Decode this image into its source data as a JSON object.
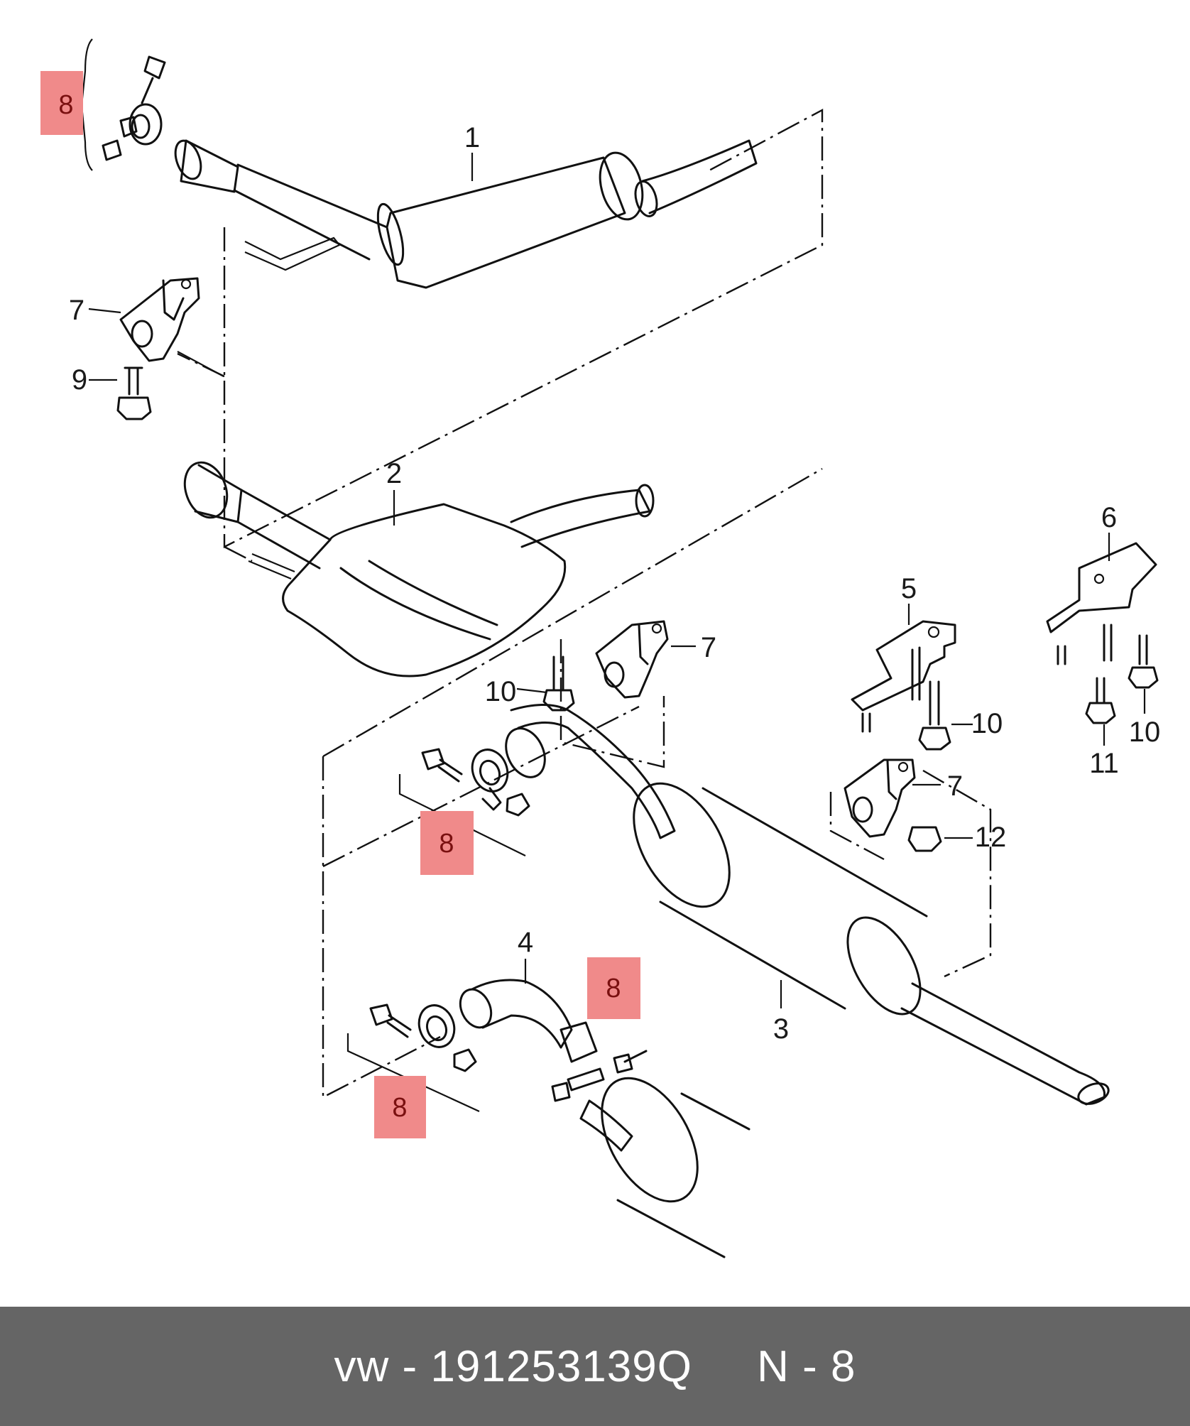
{
  "diagram": {
    "callouts": [
      "1",
      "2",
      "3",
      "4",
      "5",
      "6",
      "7",
      "7",
      "7",
      "9",
      "10",
      "10",
      "10",
      "10",
      "11",
      "12"
    ],
    "highlights": [
      "8",
      "8",
      "8",
      "8"
    ],
    "highlight_color": "#f08a8a"
  },
  "footer": {
    "brand": "vw",
    "separator": "-",
    "part_number": "191253139Q",
    "position": "N - 8",
    "background": "#656565"
  }
}
